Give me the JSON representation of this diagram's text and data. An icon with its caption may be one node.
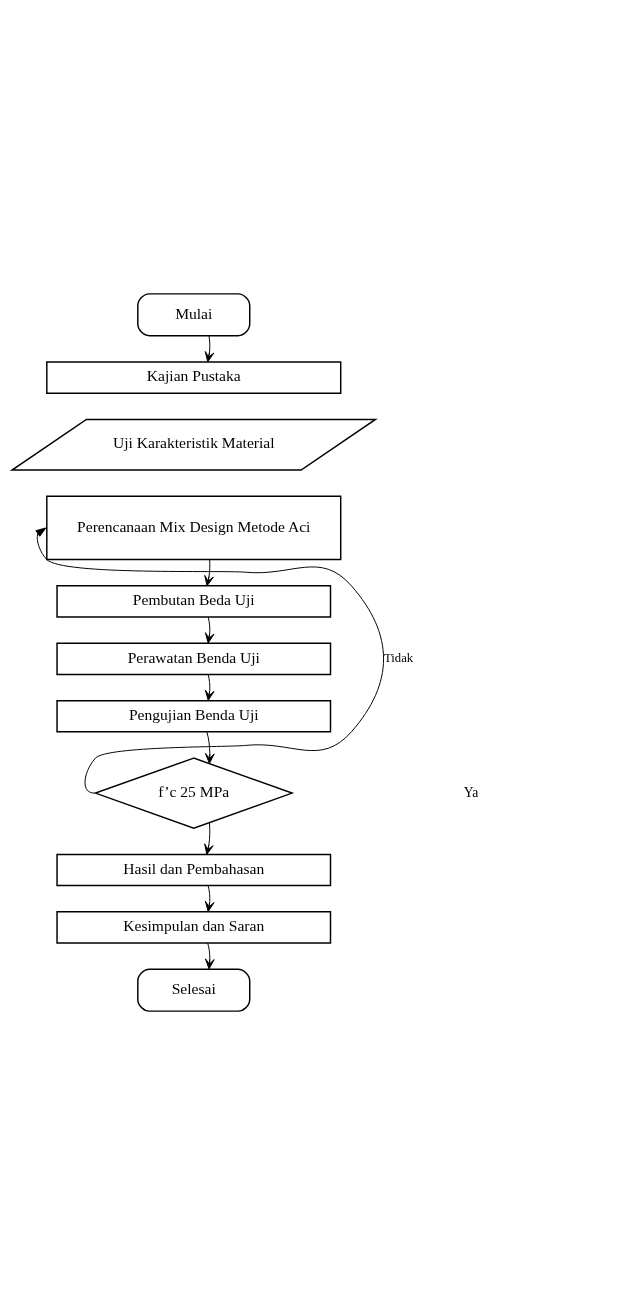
{
  "diagram": {
    "nodes": [
      {
        "text": [
          "Mulai"
        ]
      },
      {
        "text": [
          "Kajian Pustaka"
        ]
      },
      {
        "text": [
          "Uji Karakteristik Material"
        ]
      },
      {
        "text": [
          "Perencanaan Mix Design Metode Aci"
        ]
      },
      {
        "text": [
          "Pembutan Beda Uji"
        ]
      },
      {
        "text": [
          "Perawatan Benda Uji"
        ]
      },
      {
        "text": [
          "Pengujian Benda Uji"
        ]
      },
      {
        "text": [
          "f’c 25 MPa"
        ]
      },
      {
        "text": [
          "Hasil dan Pembahasan"
        ]
      },
      {
        "text": [
          "Kesimpulan dan Saran"
        ]
      },
      {
        "text": [
          "Selesai"
        ]
      }
    ],
    "edges": [
      {
        "from": 0,
        "to": 1,
        "arrow": "to"
      },
      {
        "from": 3,
        "to": 4,
        "arrow": "to"
      },
      {
        "from": 4,
        "to": 5,
        "arrow": "to"
      },
      {
        "from": 5,
        "to": 6,
        "arrow": "to"
      },
      {
        "from": 6,
        "to": 7,
        "arrow": "to"
      },
      {
        "from": 7,
        "to": 3,
        "arrow": "to",
        "label": "Tidak"
      },
      {
        "from": 7,
        "to": 8,
        "arrow": "to"
      },
      {
        "from": 8,
        "to": 9,
        "arrow": "to"
      },
      {
        "from": 9,
        "to": 10,
        "arrow": "to"
      }
    ],
    "labels": [
      "Ya"
    ]
  }
}
